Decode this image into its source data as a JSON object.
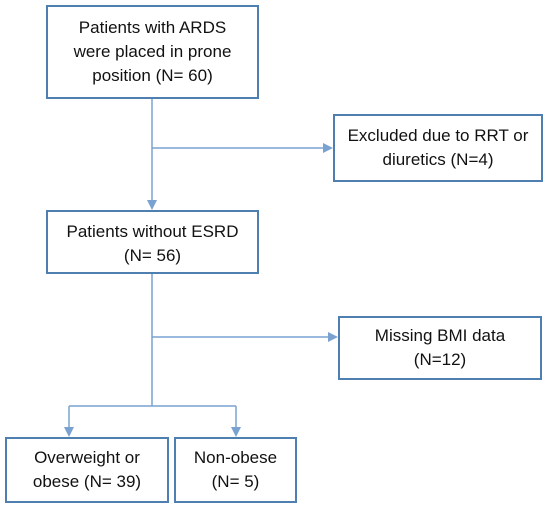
{
  "flowchart": {
    "prone": {
      "lines": [
        "Patients with ARDS",
        "were placed in prone",
        "position (N= 60)"
      ]
    },
    "excluded_rrt": {
      "lines": [
        "Excluded due to RRT or",
        "diuretics (N=4)"
      ]
    },
    "without_esrd": {
      "lines": [
        "Patients without ESRD",
        "(N= 56)"
      ]
    },
    "missing_bmi": {
      "lines": [
        "Missing BMI data",
        "(N=12)"
      ]
    },
    "overweight": {
      "lines": [
        "Overweight or",
        "obese (N= 39)"
      ]
    },
    "non_obese": {
      "lines": [
        "Non-obese",
        "(N= 5)"
      ]
    }
  },
  "colors": {
    "border": "#4f7eb1",
    "connector": "#7aa2d0",
    "text": "#111111"
  }
}
